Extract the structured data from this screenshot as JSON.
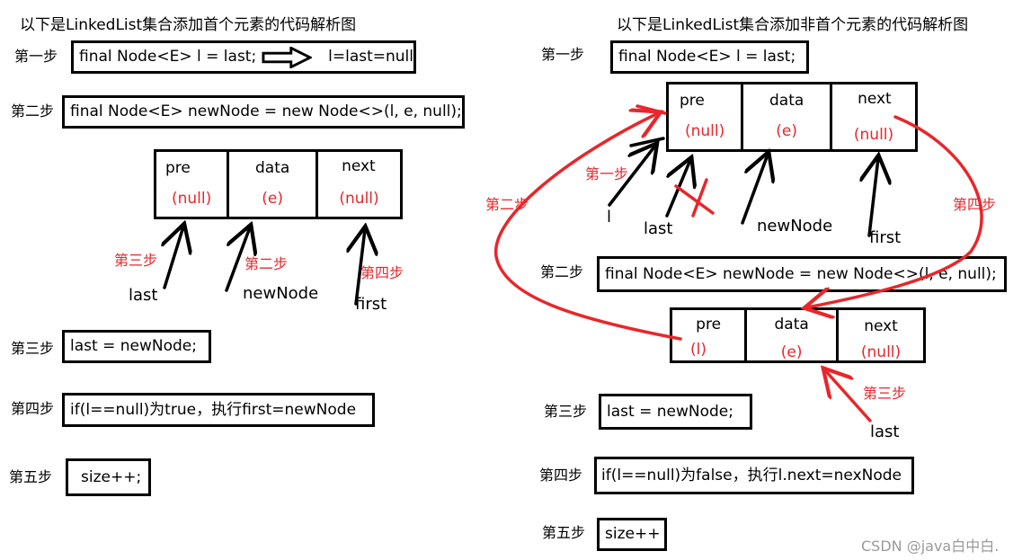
{
  "left": {
    "title": "以下是LinkedList集合添加首个元素的代码解析图",
    "steps": {
      "s1": "第一步",
      "s2": "第二步",
      "s3": "第三步",
      "s4": "第四步",
      "s5": "第五步"
    },
    "code": {
      "c1": "final Node<E> l = last;",
      "c1_result": "l=last=null",
      "c2": "final Node<E> newNode = new Node<>(l, e, null);",
      "c3": "last = newNode;",
      "c4": "if(l==null)为true，执行first=newNode",
      "c5": "size++;"
    },
    "node": {
      "pre": "pre",
      "pre_val": "(null)",
      "data": "data",
      "data_val": "(e)",
      "next": "next",
      "next_val": "(null)"
    },
    "pointers": {
      "last": "last",
      "newNode": "newNode",
      "first": "first"
    },
    "annot": {
      "a3": "第三步",
      "a2": "第二步",
      "a4": "第四步"
    }
  },
  "right": {
    "title": "以下是LinkedList集合添加非首个元素的代码解析图",
    "steps": {
      "s1": "第一步",
      "s2": "第二步",
      "s3": "第三步",
      "s4": "第四步",
      "s5": "第五步"
    },
    "code": {
      "c1": "final Node<E> l = last;",
      "c2": "final Node<E> newNode = new Node<>(l, e, null);",
      "c3": "last = newNode;",
      "c4": "if(l==null)为false，执行l.next=nexNode",
      "c5": "size++"
    },
    "node1": {
      "pre": "pre",
      "pre_val": "(null)",
      "data": "data",
      "data_val": "(e)",
      "next": "next",
      "next_val": "(null)"
    },
    "node2": {
      "pre": "pre",
      "pre_val": "(l)",
      "data": "data",
      "data_val": "(e)",
      "next": "next",
      "next_val": "(null)"
    },
    "pointers": {
      "l": "l",
      "last": "last",
      "newNode": "newNode",
      "first": "first",
      "last2": "last"
    },
    "annot": {
      "a1": "第一步",
      "a2": "第二步",
      "a4": "第四步",
      "a3": "第三步"
    }
  },
  "watermark": "CSDN @java白中白.",
  "colors": {
    "annotation": "#e8262b",
    "border": "#000000"
  }
}
